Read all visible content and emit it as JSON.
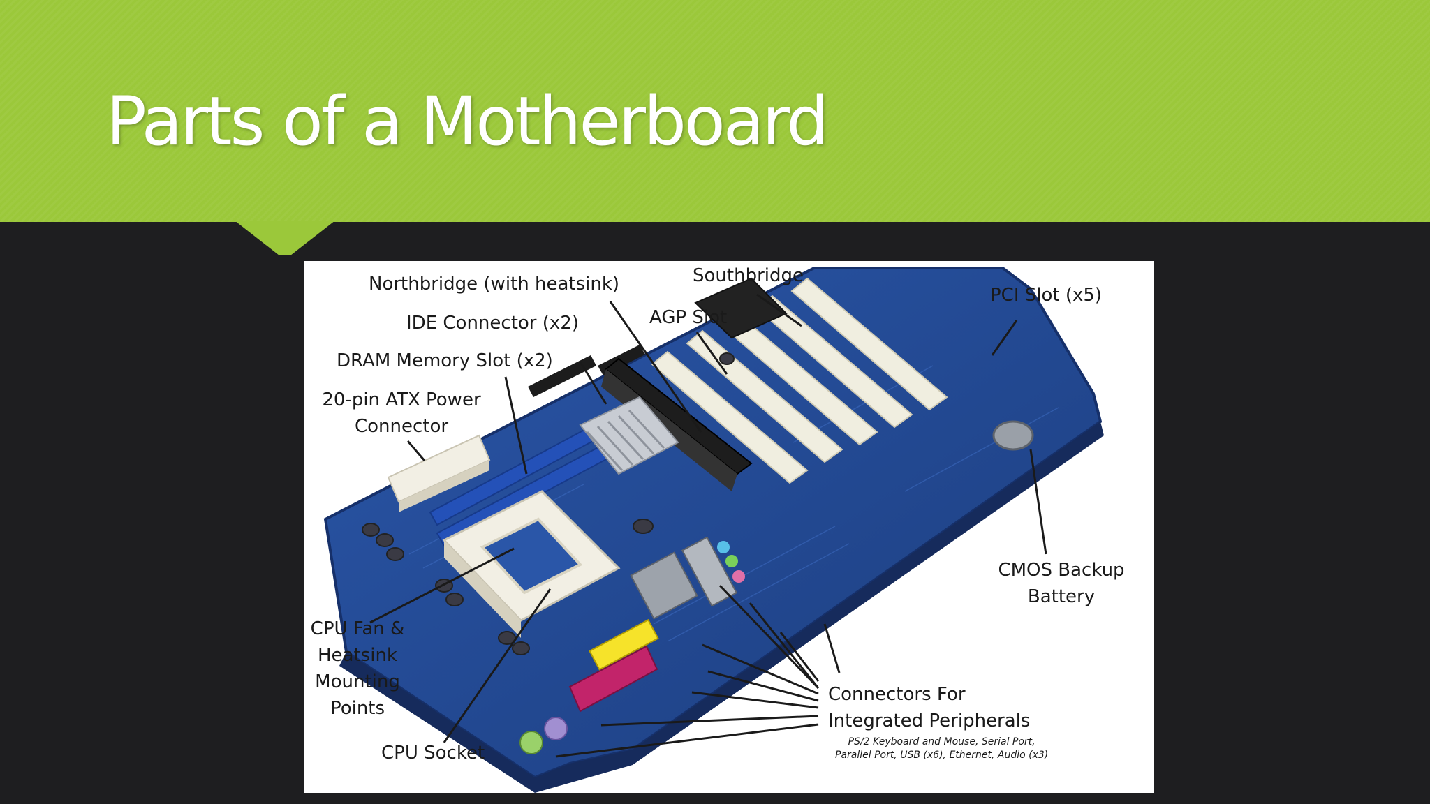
{
  "slide": {
    "title": "Parts of a Motherboard"
  },
  "diagram": {
    "labels": {
      "northbridge": "Northbridge (with heatsink)",
      "southbridge": "Southbridge",
      "pci_slot": "PCI Slot (x5)",
      "ide_connector": "IDE Connector (x2)",
      "agp_slot": "AGP Slot",
      "dram_slot": "DRAM Memory Slot (x2)",
      "atx_power_line1": "20-pin ATX Power",
      "atx_power_line2": "Connector",
      "cmos_line1": "CMOS Backup",
      "cmos_line2": "Battery",
      "cpu_fan_line1": "CPU Fan &",
      "cpu_fan_line2": "Heatsink",
      "cpu_fan_line3": "Mounting",
      "cpu_fan_line4": "Points",
      "cpu_socket": "CPU Socket",
      "connectors_line1": "Connectors For",
      "connectors_line2": "Integrated Peripherals",
      "peripherals_note_line1": "PS/2 Keyboard and Mouse, Serial Port,",
      "peripherals_note_line2": "Parallel Port, USB (x6), Ethernet, Audio (x3)"
    },
    "colors": {
      "board": "#22458c",
      "slot_white": "#f0eee0",
      "agp_black": "#1d1d1d",
      "dimm_blue": "#2451b8",
      "heatsink": "#b8bcc4",
      "parallel_port": "#c2246a"
    }
  }
}
